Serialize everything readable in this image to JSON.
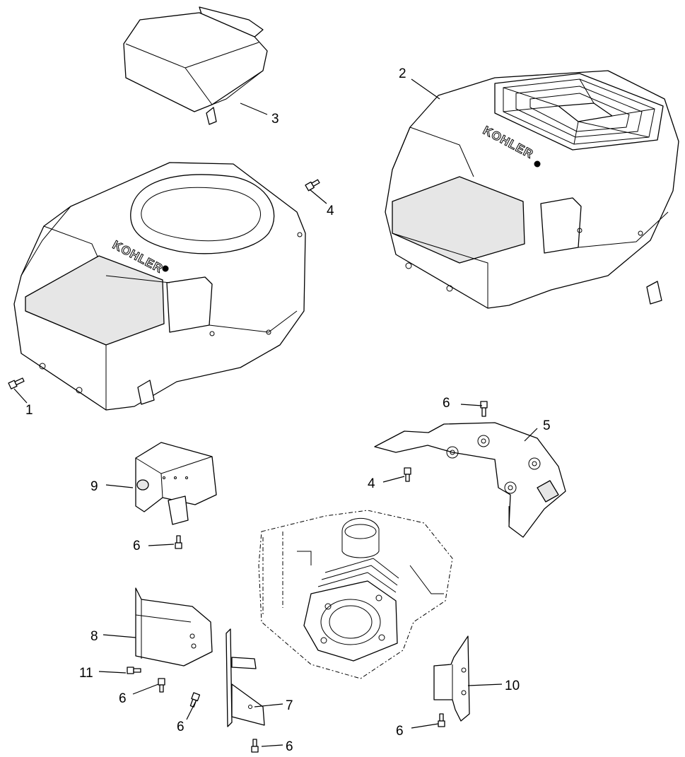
{
  "diagram": {
    "brand_marking": "KOHLER",
    "callouts": [
      {
        "id": "c1",
        "label": "1",
        "part": "screw"
      },
      {
        "id": "c2",
        "label": "2",
        "part": "blower housing with grille"
      },
      {
        "id": "c3",
        "label": "3",
        "part": "air cleaner cover"
      },
      {
        "id": "c4a",
        "label": "4",
        "part": "screw"
      },
      {
        "id": "c4b",
        "label": "4",
        "part": "screw"
      },
      {
        "id": "c5",
        "label": "5",
        "part": "cylinder baffle"
      },
      {
        "id": "c6a",
        "label": "6",
        "part": "screw"
      },
      {
        "id": "c6b",
        "label": "6",
        "part": "screw"
      },
      {
        "id": "c6c",
        "label": "6",
        "part": "screw"
      },
      {
        "id": "c6d",
        "label": "6",
        "part": "screw"
      },
      {
        "id": "c6e",
        "label": "6",
        "part": "screw"
      },
      {
        "id": "c6f",
        "label": "6",
        "part": "screw"
      },
      {
        "id": "c7",
        "label": "7",
        "part": "baffle bracket"
      },
      {
        "id": "c8",
        "label": "8",
        "part": "cylinder head baffle"
      },
      {
        "id": "c9",
        "label": "9",
        "part": "shield"
      },
      {
        "id": "c10",
        "label": "10",
        "part": "cylinder head baffle"
      },
      {
        "id": "c11",
        "label": "11",
        "part": "screw"
      }
    ]
  }
}
